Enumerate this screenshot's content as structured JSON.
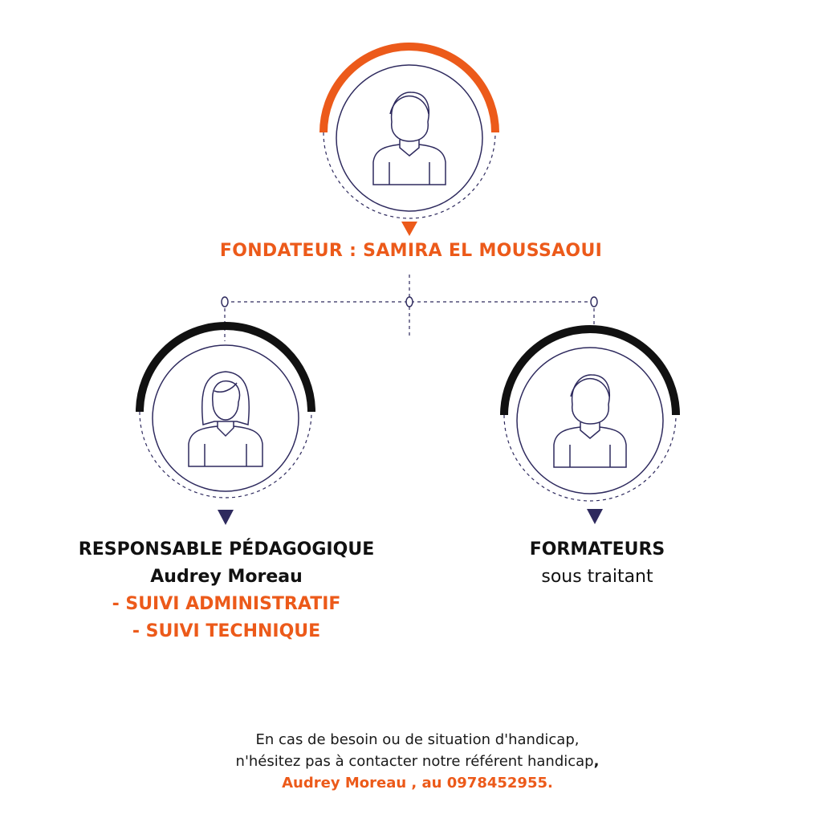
{
  "founder": {
    "label": "FONDATEUR : SAMIRA EL MOUSSAOUI"
  },
  "responsable": {
    "title": "RESPONSABLE PÉDAGOGIQUE",
    "name": "Audrey Moreau",
    "task1": "- SUIVI ADMINISTRATIF",
    "task2": "- SUIVI TECHNIQUE"
  },
  "formateurs": {
    "title": "FORMATEURS",
    "subtitle": "sous traitant"
  },
  "footer": {
    "line1": "En cas de besoin ou de situation d'handicap,",
    "line2": "n'hésitez pas à contacter notre référent handicap",
    "line2_comma": ",",
    "line3": "Audrey Moreau , au 0978452955."
  },
  "colors": {
    "accent": "#ec5a1a",
    "black_arc": "#111111",
    "navy": "#2e2a5e"
  }
}
